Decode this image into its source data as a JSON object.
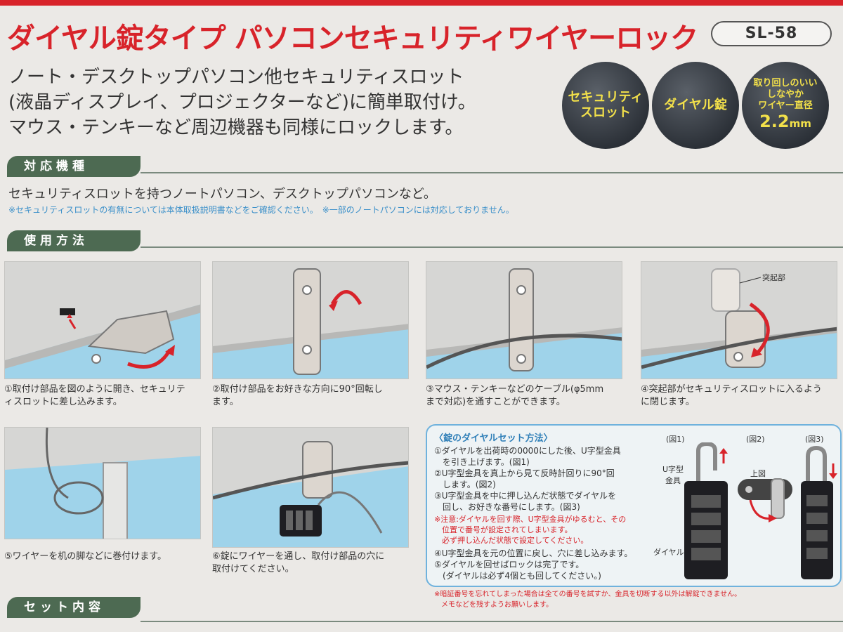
{
  "header": {
    "title": "ダイヤル錠タイプ パソコンセキュリティワイヤーロック",
    "model": "SL-58"
  },
  "intro": {
    "lines": [
      "ノート・デスクトップパソコン他セキュリティスロット",
      "(液晶ディスプレイ、プロジェクターなど)に簡単取付け。",
      "マウス・テンキーなど周辺機器も同様にロックします。"
    ]
  },
  "badges": [
    {
      "lines": [
        "セキュリティ",
        "スロット"
      ]
    },
    {
      "lines": [
        "ダイヤル錠"
      ]
    },
    {
      "lines": [
        "取り回しのいい",
        "しなやか",
        "ワイヤー直径"
      ],
      "big": "2.2",
      "unit": "mm"
    }
  ],
  "compat": {
    "heading": "対応機種",
    "text": "セキュリティスロットを持つノートパソコン、デスクトップパソコンなど。",
    "note": "※セキュリティスロットの有無については本体取扱説明書などをご確認ください。　※一部のノートパソコンには対応しておりません。"
  },
  "usage": {
    "heading": "使用方法",
    "steps": [
      {
        "lines": [
          "①取付け部品を図のように開き、セキュリテ",
          "ィスロットに差し込みます。"
        ]
      },
      {
        "lines": [
          "②取付け部品をお好きな方向に90°回転し",
          "ます。"
        ]
      },
      {
        "lines": [
          "③マウス・テンキーなどのケーブル(φ5mm",
          "まで対応)を通すことができます。"
        ]
      },
      {
        "lines": [
          "④突起部がセキュリティスロットに入るよう",
          "に閉じます。"
        ]
      },
      {
        "lines": [
          "⑤ワイヤーを机の脚などに巻付けます。"
        ]
      },
      {
        "lines": [
          "⑥錠にワイヤーを通し、取付け部品の穴に",
          "取付けてください。"
        ]
      }
    ],
    "protrusion_label": "突起部"
  },
  "dial": {
    "title": "〈錠のダイヤルセット方法〉",
    "steps": [
      "①ダイヤルを出荷時の0000にした後、U字型金具",
      "　を引き上げます。(図1)",
      "②U字型金具を真上から見て反時計回りに90°回",
      "　します。(図2)",
      "③U字型金具を中に押し込んだ状態でダイヤルを",
      "　回し、お好きな番号にします。(図3)"
    ],
    "caution": [
      "※注意:ダイヤルを回す際、U字型金具がゆるむと、その",
      "　位置で番号が設定されてしまいます。",
      "　必ず押し込んだ状態で設定してください。"
    ],
    "steps2": [
      "④U字型金具を元の位置に戻し、穴に差し込みます。",
      "⑤ダイヤルを回せばロックは完了です。",
      "　(ダイヤルは必ず4個とも回してください。)"
    ],
    "fig1": "(図1)",
    "fig2": "(図2)",
    "fig3": "(図3)",
    "u_label": "U字型金具",
    "dial_label": "ダイヤル",
    "top_view": "上図",
    "footnote": [
      "※暗証番号を忘れてしまった場合は全ての番号を試すか、金具を切断する以外は解錠できません。",
      "　メモなどを残すようお願いします。"
    ]
  },
  "contents": {
    "heading": "セット内容"
  },
  "colors": {
    "accent_red": "#d8232a",
    "section_green": "#4d6a52",
    "badge_text": "#f2e04a",
    "note_blue": "#3a8fc9"
  }
}
